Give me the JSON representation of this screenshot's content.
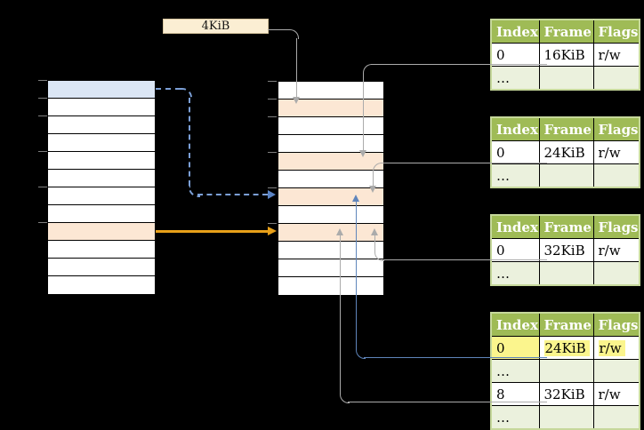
{
  "page_size_label": "4KiB",
  "page_tables": {
    "headers": [
      "Index",
      "Frame",
      "Flags"
    ],
    "tables": [
      {
        "id": "page-table-1",
        "rows": [
          [
            "0",
            "16KiB",
            "r/w"
          ],
          [
            "…",
            "",
            ""
          ]
        ]
      },
      {
        "id": "page-table-2",
        "rows": [
          [
            "0",
            "24KiB",
            "r/w"
          ],
          [
            "…",
            "",
            ""
          ]
        ]
      },
      {
        "id": "page-table-3",
        "rows": [
          [
            "0",
            "32KiB",
            "r/w"
          ],
          [
            "…",
            "",
            ""
          ]
        ]
      },
      {
        "id": "page-table-4",
        "highlighted_row_index": 0,
        "rows": [
          [
            "0",
            "24KiB",
            "r/w"
          ],
          [
            "…",
            "",
            ""
          ],
          [
            "8",
            "32KiB",
            "r/w"
          ],
          [
            "…",
            "",
            ""
          ]
        ]
      }
    ]
  },
  "colors": {
    "background": "#000000",
    "table_header_green": "#9fbb56",
    "table_row_pale_green": "#ebf1dd",
    "table_border_green": "#c6d89b",
    "highlight_yellow": "#fbf58d",
    "frame_peach": "#fce7d4",
    "page_blue": "#dbe6f5",
    "label_cream": "#fbeed3",
    "connector_gray": "#ababab",
    "arrow_blue": "#5f85bb",
    "dashed_arrow_blue": "#7b9fd6",
    "arrow_orange": "#e8a019"
  }
}
